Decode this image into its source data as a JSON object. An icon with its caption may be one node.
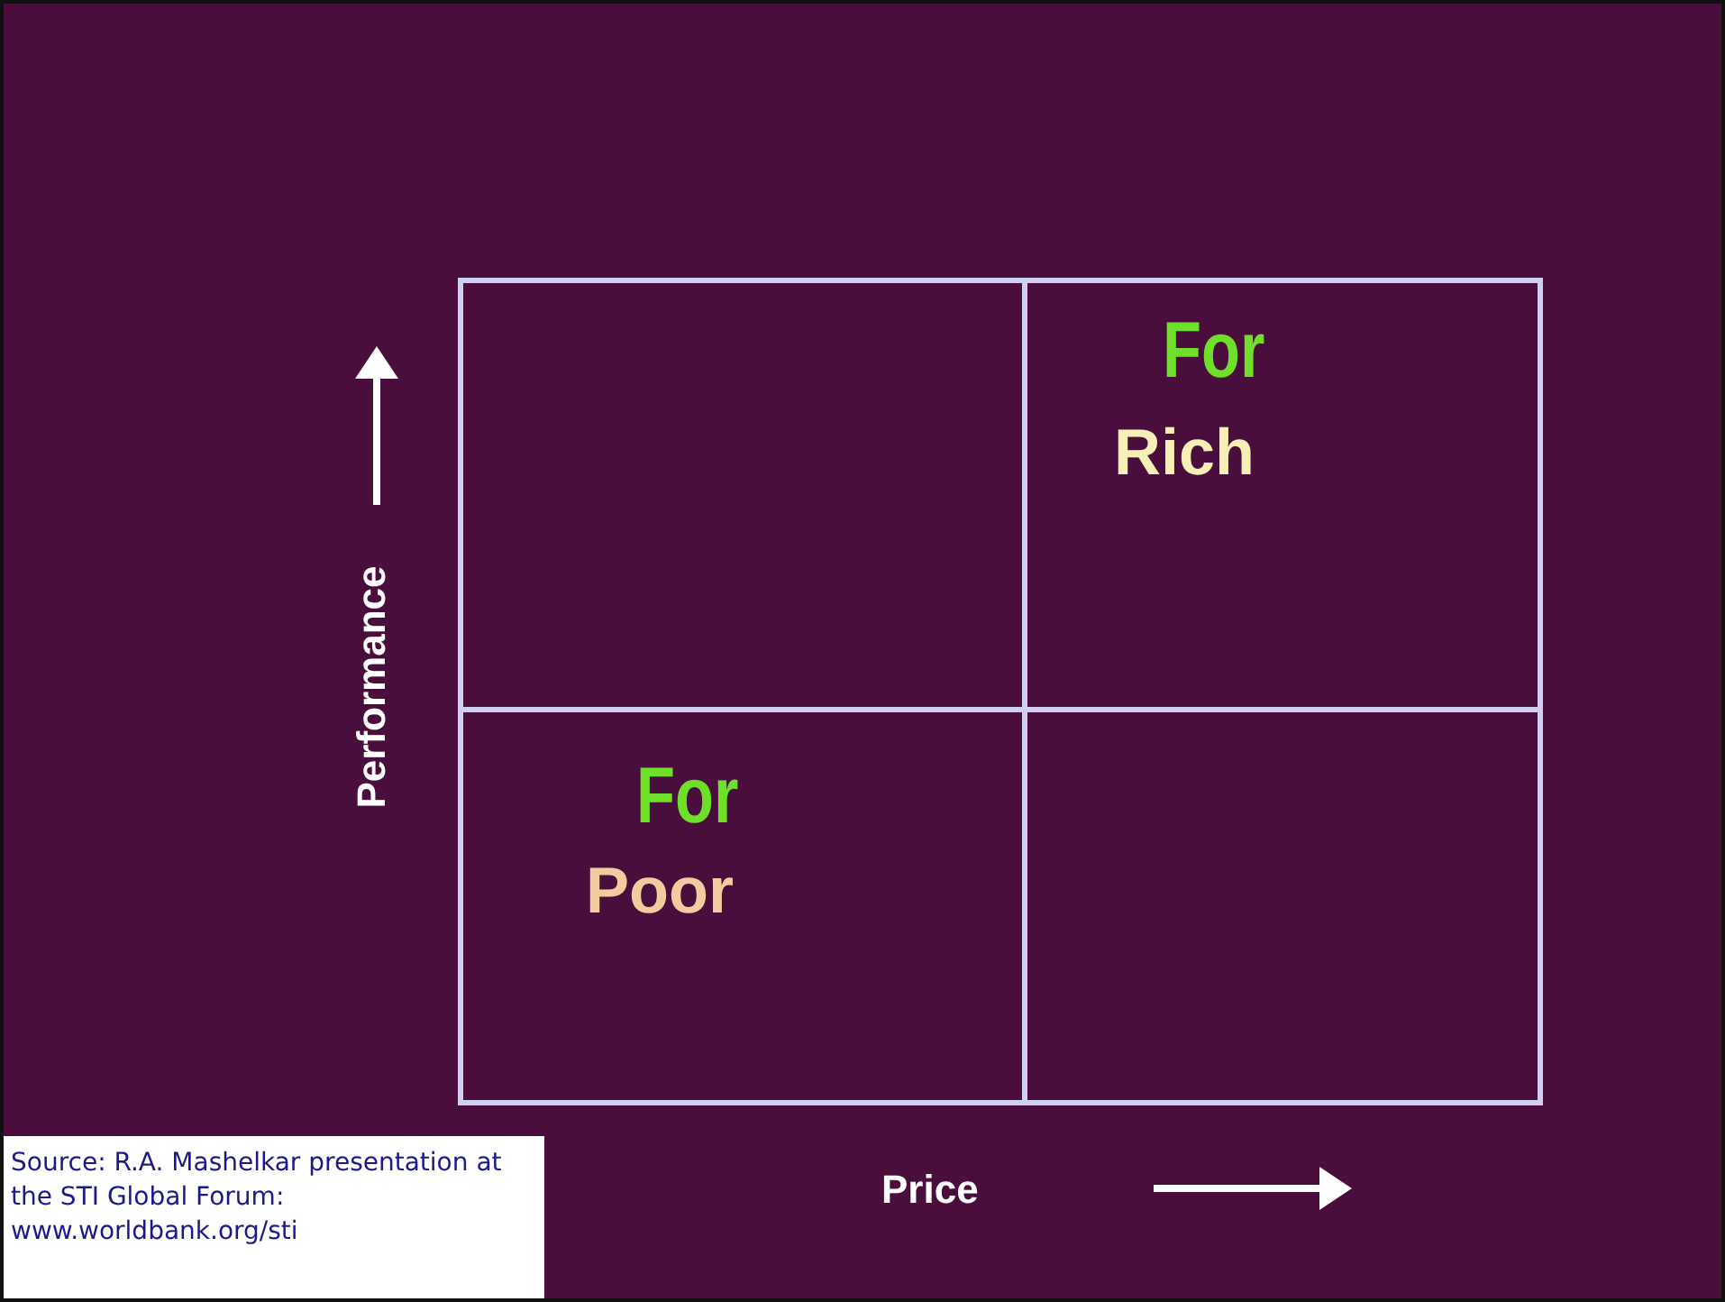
{
  "diagram": {
    "caption": "Source: R.A. Mashelkar presentation at the STI Global Forum: www.worldbank.org/sti",
    "nodes": [
      {
        "text": [],
        "shape": "box"
      },
      {
        "text": [
          "For",
          "Rich"
        ]
      },
      {
        "text": [
          "For",
          "Poor"
        ]
      },
      {
        "text": [],
        "shape": "box"
      }
    ],
    "labels": [
      "Performance",
      "Price"
    ]
  }
}
